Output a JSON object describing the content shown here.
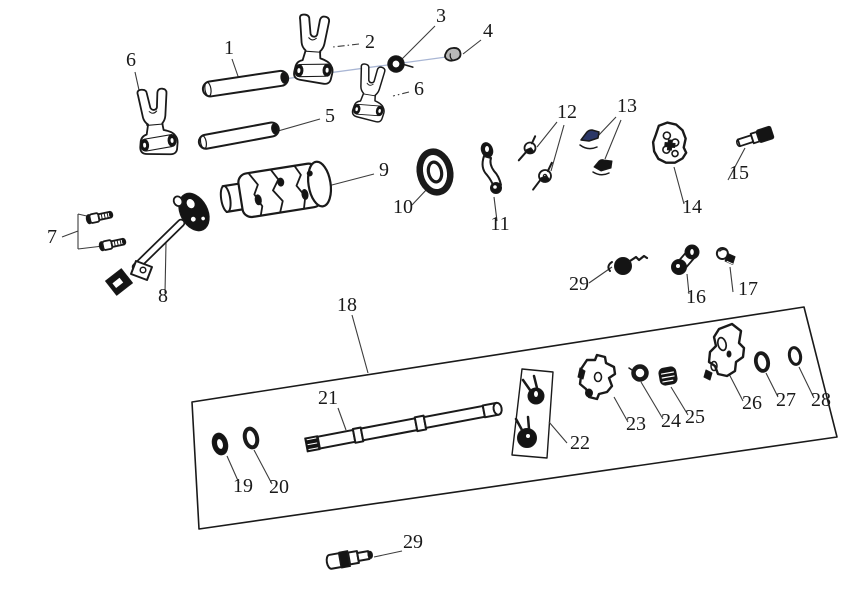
{
  "figure": {
    "kind": "exploded-parts-diagram",
    "subject": "gear shift mechanism (shift forks, shift drum, shift spindle assembly)",
    "colors": {
      "bg": "#ffffff",
      "line": "#1a1a1a",
      "leader": "#3c3c3c",
      "axis": "#a9b6d4",
      "dark": "#141414",
      "metal": "#b8b8b8",
      "blue": "#2b3766"
    },
    "callouts": [
      {
        "num": "1",
        "part": "shift-fork-guide-shaft-long"
      },
      {
        "num": "2",
        "part": "shift-fork-center"
      },
      {
        "num": "3",
        "part": "lock-nut"
      },
      {
        "num": "4",
        "part": "end-cap"
      },
      {
        "num": "5",
        "part": "shift-fork-guide-shaft-short"
      },
      {
        "num": "6",
        "part": "shift-fork-left"
      },
      {
        "num": "6",
        "part": "shift-fork-right"
      },
      {
        "num": "7",
        "part": "bolt-pair"
      },
      {
        "num": "8",
        "part": "gear-shift-arm"
      },
      {
        "num": "9",
        "part": "shift-drum"
      },
      {
        "num": "10",
        "part": "bearing"
      },
      {
        "num": "11",
        "part": "shift-link"
      },
      {
        "num": "12",
        "part": "pawl-set"
      },
      {
        "num": "13",
        "part": "spring-clip-set"
      },
      {
        "num": "14",
        "part": "shift-cam-plate"
      },
      {
        "num": "15",
        "part": "cam-bolt"
      },
      {
        "num": "16",
        "part": "roller-arm"
      },
      {
        "num": "17",
        "part": "stopper-bolt"
      },
      {
        "num": "18",
        "part": "shift-spindle-assembly-box"
      },
      {
        "num": "19",
        "part": "oil-seal"
      },
      {
        "num": "20",
        "part": "washer"
      },
      {
        "num": "21",
        "part": "gear-shift-spindle"
      },
      {
        "num": "22",
        "part": "return-spring-set-box"
      },
      {
        "num": "23",
        "part": "ratchet-plate"
      },
      {
        "num": "24",
        "part": "nut"
      },
      {
        "num": "25",
        "part": "spring-coil"
      },
      {
        "num": "26",
        "part": "shift-guide-plate"
      },
      {
        "num": "27",
        "part": "washer-small"
      },
      {
        "num": "28",
        "part": "snap-ring"
      },
      {
        "num": "29",
        "part": "roller-spring"
      },
      {
        "num": "29",
        "part": "pivot-bolt"
      }
    ]
  }
}
